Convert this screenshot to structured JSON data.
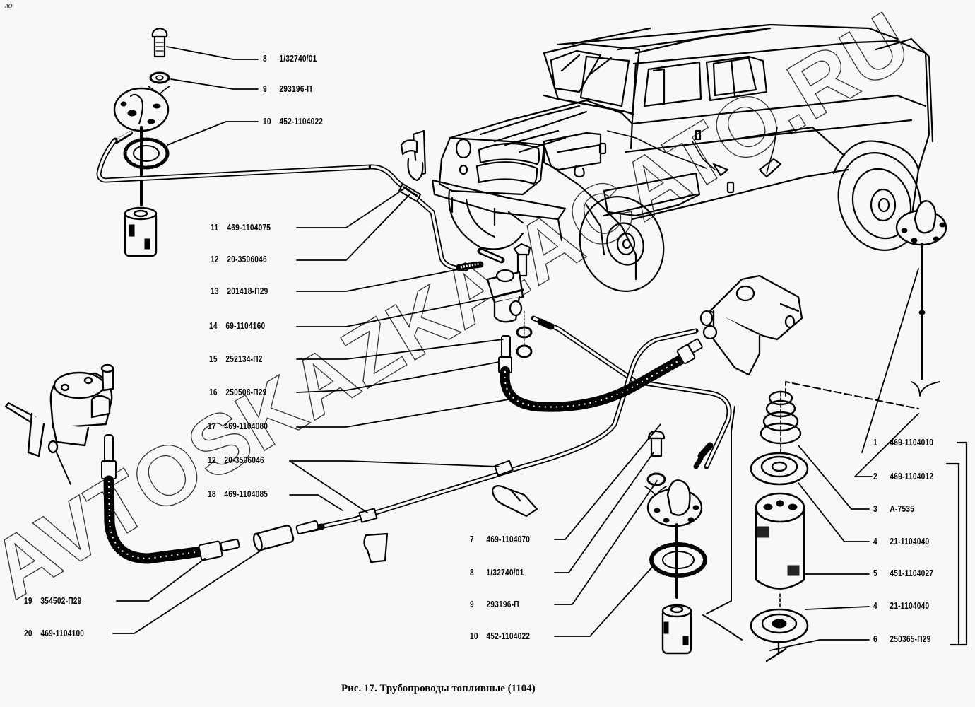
{
  "corner_mark": "АО",
  "caption": "Рис. 17. Трубопроводы топливные (1104)",
  "watermark": "AVTOSKAZKA.ACATO.RU",
  "callouts": {
    "top_left": [
      {
        "num": "8",
        "part": "1/32740/01"
      },
      {
        "num": "9",
        "part": "293196-П"
      },
      {
        "num": "10",
        "part": "452-1104022"
      }
    ],
    "middle_left": [
      {
        "num": "11",
        "part": "469-1104075"
      },
      {
        "num": "12",
        "part": "20-3506046"
      },
      {
        "num": "13",
        "part": "201418-П29"
      },
      {
        "num": "14",
        "part": "69-1104160"
      },
      {
        "num": "15",
        "part": "252134-П2"
      },
      {
        "num": "16",
        "part": "250508-П29"
      },
      {
        "num": "17",
        "part": "469-1104080"
      },
      {
        "num": "12",
        "part": "20-3506046"
      },
      {
        "num": "18",
        "part": "469-1104085"
      }
    ],
    "bottom_left": [
      {
        "num": "19",
        "part": "354502-П29"
      },
      {
        "num": "20",
        "part": "469-1104100"
      }
    ],
    "bottom_center": [
      {
        "num": "7",
        "part": "469-1104070"
      },
      {
        "num": "8",
        "part": "1/32740/01"
      },
      {
        "num": "9",
        "part": "293196-П"
      },
      {
        "num": "10",
        "part": "452-1104022"
      }
    ],
    "right": [
      {
        "num": "1",
        "part": "469-1104010"
      },
      {
        "num": "2",
        "part": "469-1104012"
      },
      {
        "num": "3",
        "part": "А-7535"
      },
      {
        "num": "4",
        "part": "21-1104040"
      },
      {
        "num": "5",
        "part": "451-1104027"
      },
      {
        "num": "4",
        "part": "21-1104040"
      },
      {
        "num": "6",
        "part": "250365-П29"
      }
    ]
  },
  "components": [
    "vehicle-uaz-469",
    "fuel-gauge-sensor-left",
    "fuel-gauge-sensor-right",
    "fuel-gauge-sensor-bottom",
    "fuel-tap-valve",
    "fuel-filter-settler",
    "fuel-pump",
    "fine-fuel-filter-assembly",
    "fuel-hose-upper",
    "fuel-hose-lower",
    "pipe-clip"
  ],
  "colors": {
    "ink": "#000000",
    "paper": "#f8f8f8"
  }
}
